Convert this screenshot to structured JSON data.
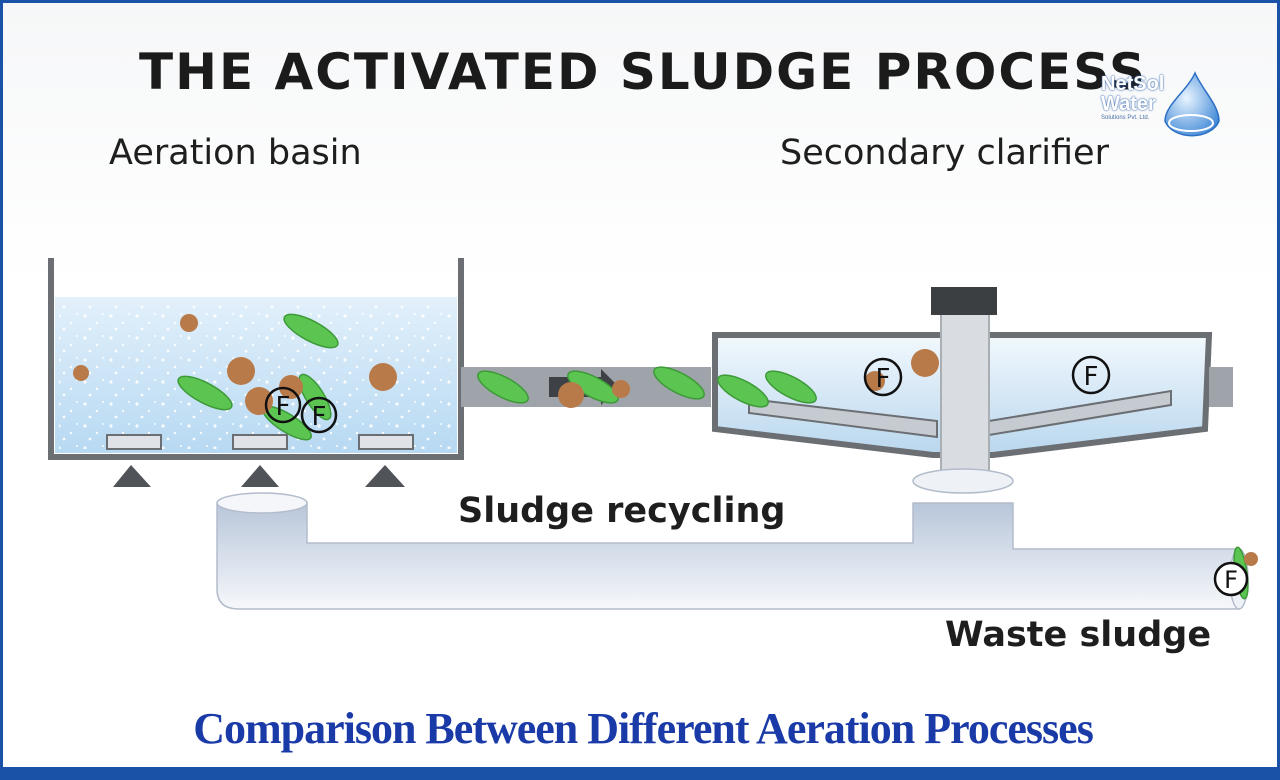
{
  "title": "THE ACTIVATED SLUDGE PROCESS",
  "labels": {
    "aeration_basin": "Aeration basin",
    "secondary_clarifier": "Secondary clarifier",
    "sludge_recycling": "Sludge recycling",
    "waste_sludge": "Waste sludge"
  },
  "floc_marker": "F",
  "logo": {
    "line1": "NetSol",
    "line2": "Water",
    "sub": "Solutions Pvt. Ltd."
  },
  "caption": "Comparison Between Different Aeration Processes",
  "colors": {
    "caption": "#1a3aa8",
    "border": "#1a52a8",
    "water": "#cfe6f8",
    "bacteria_green": "#5cc552",
    "organic_brown": "#b97a4a",
    "pipe": "#c9d6e6"
  },
  "icons": {
    "logo": "water-drop-icon"
  }
}
